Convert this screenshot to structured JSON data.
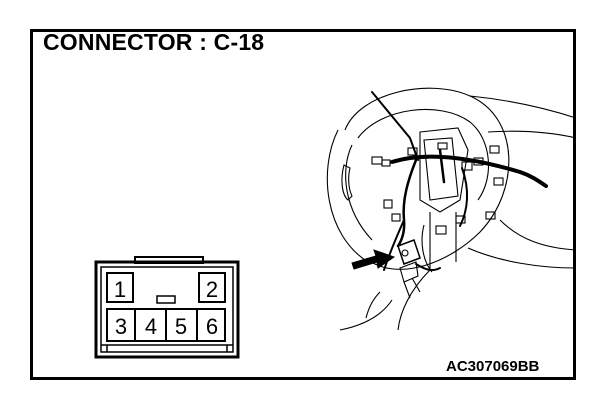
{
  "diagram": {
    "title": "CONNECTOR : C-18",
    "figure_id": "AC307069BB",
    "connector": {
      "top_row": [
        "1",
        "",
        "",
        "2"
      ],
      "bottom_row": [
        "3",
        "4",
        "5",
        "6"
      ]
    }
  }
}
